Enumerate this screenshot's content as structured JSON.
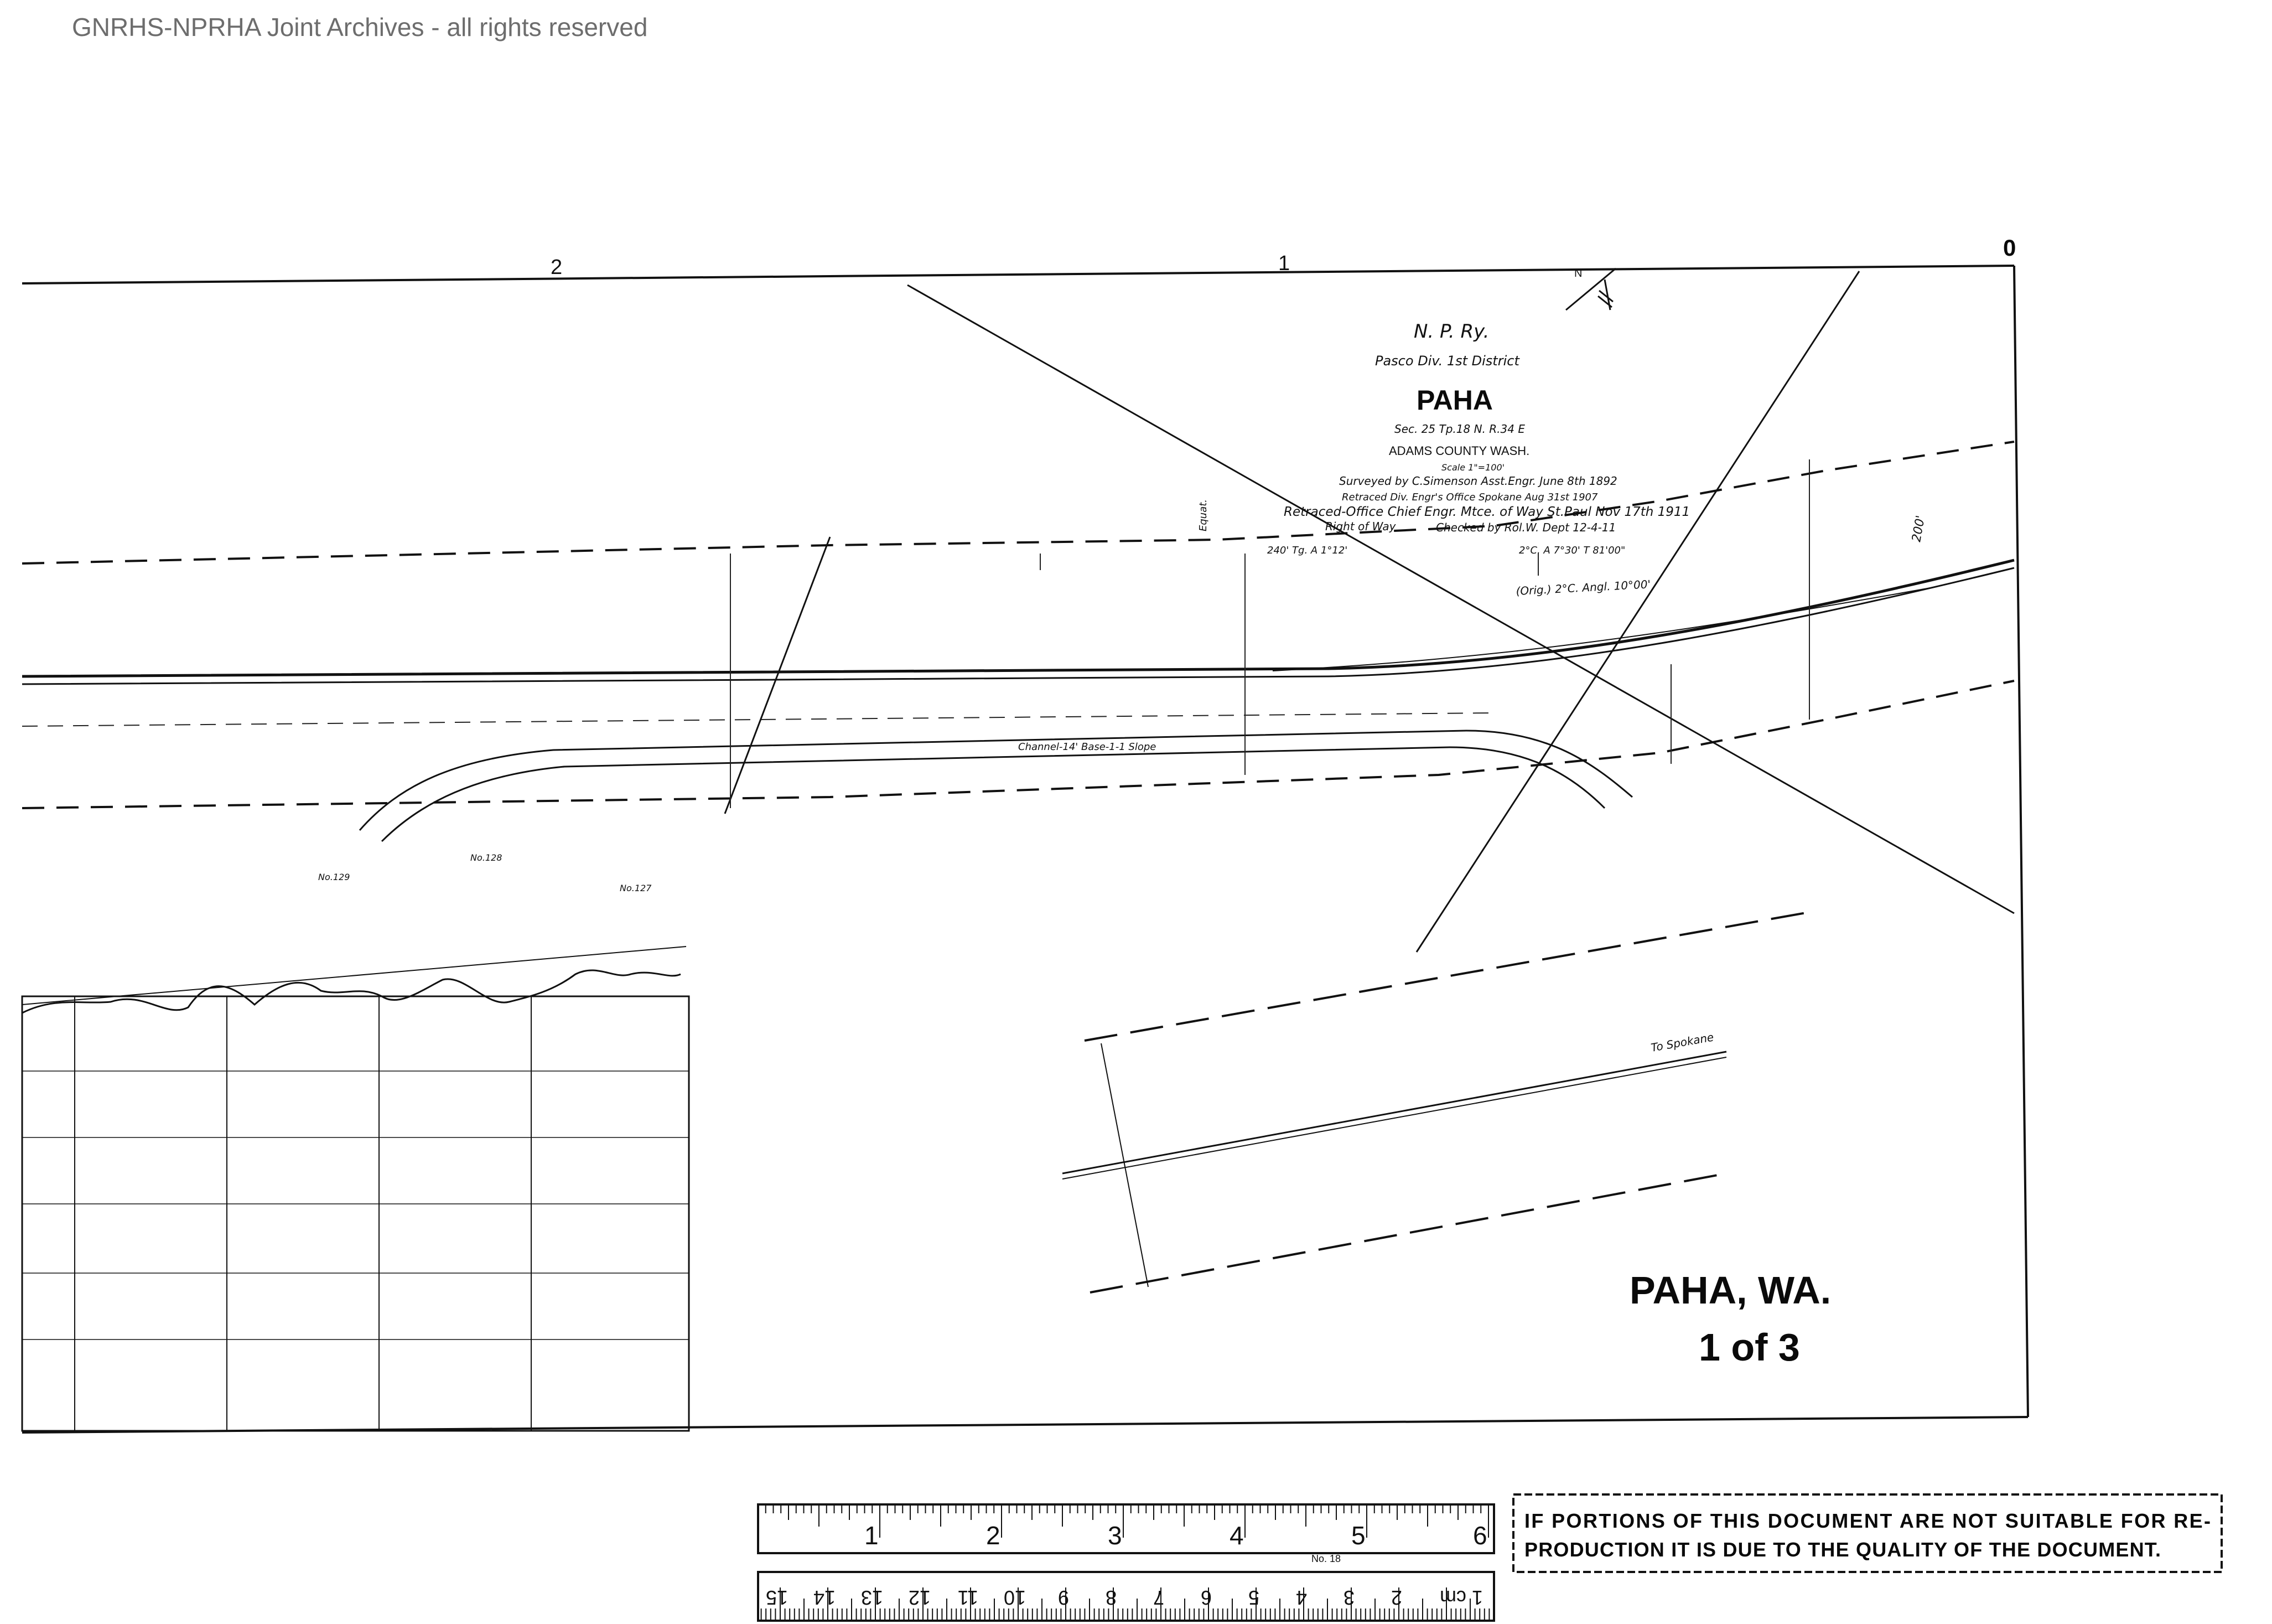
{
  "watermark": "GNRHS-NPRHA Joint Archives - all rights reserved",
  "scale_marks": [
    "2",
    "1",
    "0"
  ],
  "title_block": {
    "railway": "N. P. Ry.",
    "division": "Pasco Div. 1st District",
    "station": "PAHA",
    "section": "Sec. 25 Tp.18 N. R.34 E",
    "county": "ADAMS COUNTY WASH.",
    "scale": "Scale 1\"=100'",
    "surveyed": "Surveyed by C.Simenson Asst.Engr. June 8th 1892",
    "retraced_1": "Retraced Div. Engr's Office Spokane Aug 31st 1907",
    "retraced_2": "Retraced-Office Chief Engr. Mtce. of Way St.Paul Nov 17th 1911",
    "right_of_way": "Right of Way",
    "checked": "Checked by Rol.W. Dept 12-4-11",
    "north": "N"
  },
  "annotations": {
    "channel": "Channel-14' Base-1-1 Slope",
    "to_spokane": "To Spokane",
    "orig_curve": "(Orig.) 2°C. Angl. 10°00'",
    "curve_data": "2°C. A 7°30' T 81'00\"",
    "dim_240": "240' Tg. A 1°12'",
    "dim_200": "200'",
    "equat": "Equat."
  },
  "profile_labels": [
    "No.129",
    "No.128",
    "No.127"
  ],
  "stamp": {
    "line1": "IF PORTIONS OF THIS DOCUMENT ARE NOT SUITABLE FOR RE-",
    "line2": "PRODUCTION IT IS DUE TO THE QUALITY OF THE DOCUMENT."
  },
  "sheet_label": {
    "place": "PAHA, WA.",
    "sheet": "1 of 3"
  },
  "ruler": {
    "inches": [
      "1",
      "2",
      "3",
      "4",
      "5",
      "6"
    ],
    "cm": [
      "1 cm",
      "2",
      "3",
      "4",
      "5",
      "6",
      "7",
      "8",
      "9",
      "10",
      "11",
      "12",
      "13",
      "14",
      "15"
    ],
    "model": "No. 18"
  }
}
